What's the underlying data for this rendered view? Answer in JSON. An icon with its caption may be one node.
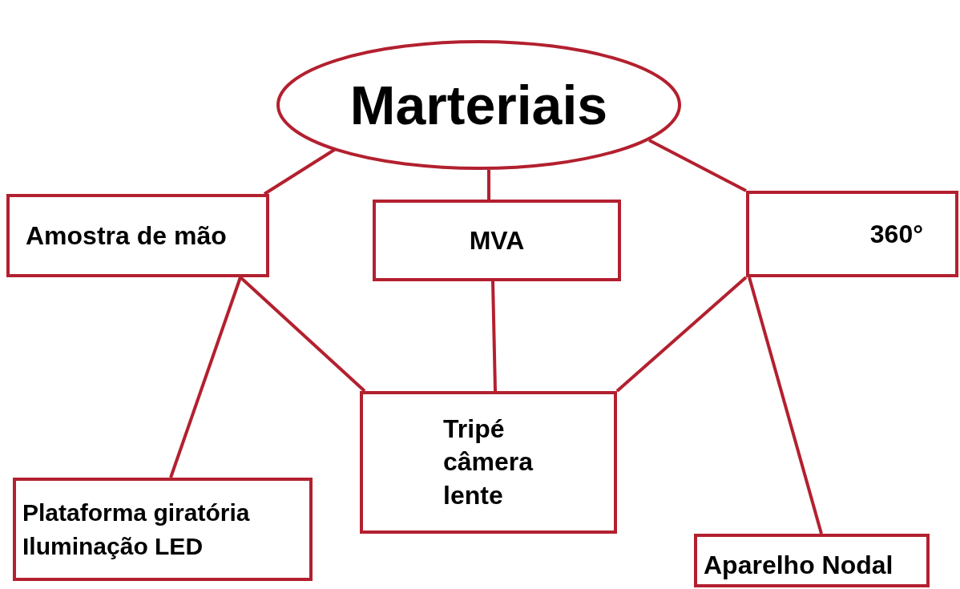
{
  "diagram": {
    "nodes": [
      {
        "text": [
          "Marteriais"
        ]
      },
      {
        "text": [
          "Amostra de mão"
        ]
      },
      {
        "text": [
          "MVA"
        ]
      },
      {
        "text": [
          "360°"
        ]
      },
      {
        "text": [
          "Tripé",
          "câmera",
          "lente"
        ]
      },
      {
        "text": [
          "Plataforma giratória",
          "Iluminação LED"
        ]
      },
      {
        "text": [
          "Aparelho Nodal"
        ]
      }
    ],
    "edges": [
      {
        "from": 0,
        "to": 1,
        "arrow": "none"
      },
      {
        "from": 0,
        "to": 2,
        "arrow": "none"
      },
      {
        "from": 0,
        "to": 3,
        "arrow": "none"
      },
      {
        "from": 1,
        "to": 4,
        "arrow": "none"
      },
      {
        "from": 1,
        "to": 5,
        "arrow": "none"
      },
      {
        "from": 2,
        "to": 4,
        "arrow": "none"
      },
      {
        "from": 3,
        "to": 4,
        "arrow": "none"
      },
      {
        "from": 3,
        "to": 6,
        "arrow": "none"
      }
    ]
  }
}
